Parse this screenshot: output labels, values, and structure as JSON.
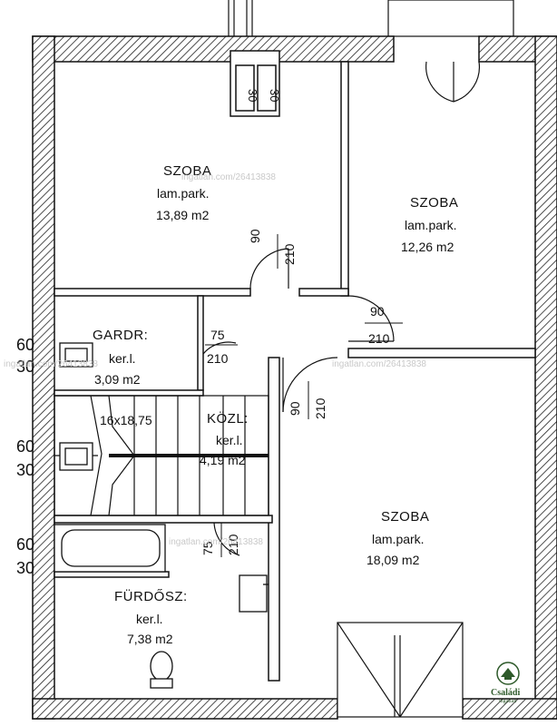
{
  "rooms": [
    {
      "name": "SZOBA",
      "floor": "lam.park.",
      "area": "13,89  m2"
    },
    {
      "name": "SZOBA",
      "floor": "lam.park.",
      "area": "12,26  m2"
    },
    {
      "name": "GARDR:",
      "floor": "ker.l.",
      "area": "3,09  m2"
    },
    {
      "name": "KÖZL:",
      "floor": "ker.l.",
      "area": "4,19  m2"
    },
    {
      "name": "SZOBA",
      "floor": "lam.park.",
      "area": "18,09  m2"
    },
    {
      "name": "FÜRDŐSZ:",
      "floor": "ker.l.",
      "area": "7,38  m2"
    }
  ],
  "stair_label": "16x18,75",
  "door_dims": {
    "top_left_w": "90",
    "top_left_h": "210",
    "gardrobe_w": "75",
    "gardrobe_h": "210",
    "right_w": "90",
    "right_h": "210",
    "corridor_w": "90",
    "corridor_h": "210",
    "bath_w": "75",
    "bath_h": "210"
  },
  "chimney_labels": [
    "30",
    "30"
  ],
  "side_labels": [
    "60",
    "30",
    "60",
    "30",
    "60",
    "30"
  ],
  "watermark": "ingatlan.com/26413838",
  "brand": {
    "name": "Családi",
    "sub": "ingatlan"
  }
}
